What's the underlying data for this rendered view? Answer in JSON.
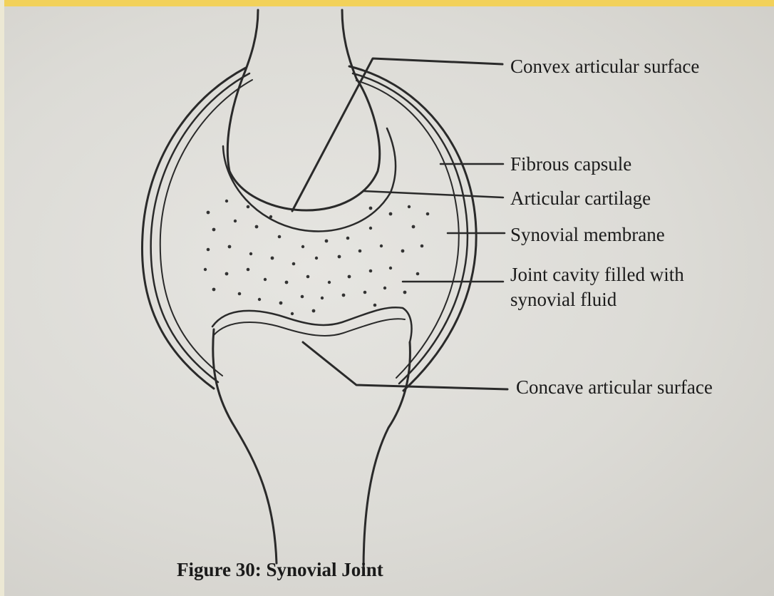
{
  "figure": {
    "caption": "Figure 30: Synovial Joint"
  },
  "labels": {
    "convex_articular_surface": "Convex articular surface",
    "fibrous_capsule": "Fibrous capsule",
    "articular_cartilage": "Articular cartilage",
    "synovial_membrane": "Synovial membrane",
    "joint_cavity_line1": "Joint cavity filled with",
    "joint_cavity_line2": "synovial fluid",
    "concave_articular_surface": "Concave articular surface"
  },
  "colors": {
    "ink": "#2a2a2a",
    "paper": "#dcdbd6",
    "banner": "#f2d15a"
  }
}
